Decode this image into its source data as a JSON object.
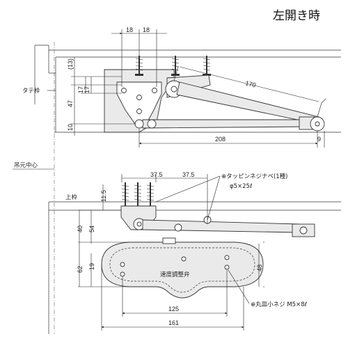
{
  "title": "左開き時",
  "labels": {
    "frame_vertical": "タテ枠",
    "hinge_center": "吊元中心",
    "top_frame": "上枠",
    "tapping_screw_line1": "⊕タッピンネジナベ(1種)",
    "tapping_screw_line2": "φ5×25ℓ",
    "speed_adjust_valve": "速度調整弁",
    "round_head_screw": "⊕丸皿小ネジ M5×8ℓ"
  },
  "dims_top": {
    "d18a": "18",
    "d18b": "18",
    "d13": "(13)",
    "d17": "17",
    "d17b": "17",
    "d47": "47",
    "d10": "10",
    "d170": "170",
    "d208": "208",
    "d9": "9"
  },
  "dims_bottom": {
    "d37a": "37.5",
    "d37b": "37.5",
    "d11": "11.5",
    "d40": "40",
    "d54": "54",
    "d19": "19",
    "d62": "62",
    "d48": "48",
    "d125": "125",
    "d161": "161"
  }
}
